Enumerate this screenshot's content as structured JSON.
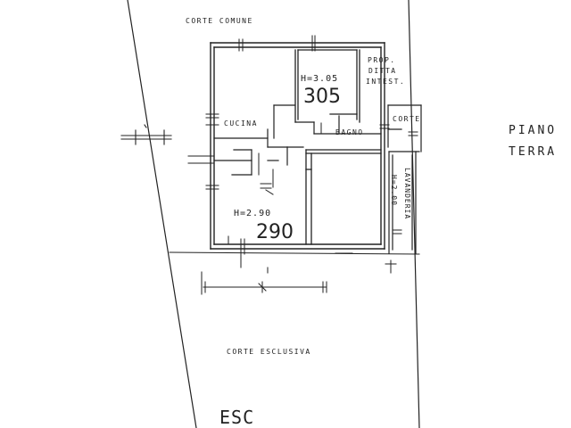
{
  "labels": {
    "corte_comune": "CORTE COMUNE",
    "prop_line1": "PROP.",
    "prop_line2": "DITTA",
    "prop_line3": "INTEST.",
    "h_upper_room": "H=3.05",
    "upper_room_number": "305",
    "cucina": "CUCINA",
    "bagno": "BAGNO",
    "corte_small": "CORTE",
    "h_lower_room": "H=2.90",
    "lower_room_number": "290",
    "lavanderia": "LAVANDERIA",
    "h_lavanderia": "H=2.00",
    "piano": "PIANO",
    "terra": "TERRA",
    "corte_esclusiva": "CORTE ESCLUSIVA",
    "bottom_mark": "ESC"
  },
  "colors": {
    "ink": "#222222",
    "paper": "#ffffff"
  }
}
